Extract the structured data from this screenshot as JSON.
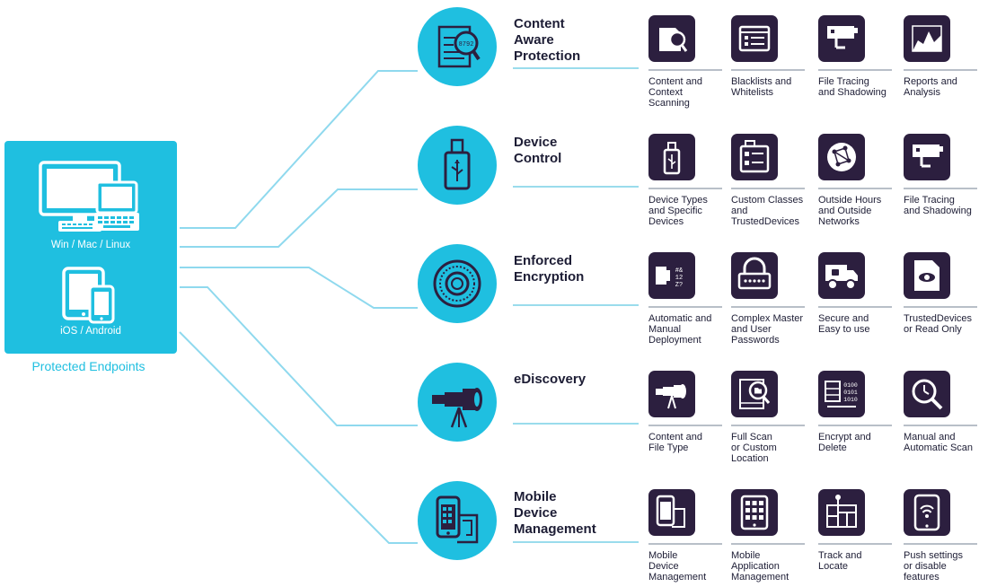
{
  "endpoints": {
    "desktop_label": "Win / Mac / Linux",
    "mobile_label": "iOS / Android",
    "caption": "Protected Endpoints"
  },
  "colors": {
    "accent": "#1fbfe0",
    "tile": "#2c1f3f",
    "text": "#1d1d35",
    "connector": "#8fd9ee"
  },
  "categories": [
    {
      "icon": "document-magnifier-icon",
      "title_lines": [
        "Content",
        "Aware",
        "Protection"
      ],
      "features": [
        {
          "icon": "document-scan-icon",
          "lines": [
            "Content and",
            "Context",
            "Scanning"
          ]
        },
        {
          "icon": "checklist-window-icon",
          "lines": [
            "Blacklists and",
            "Whitelists"
          ]
        },
        {
          "icon": "security-camera-icon",
          "lines": [
            "File Tracing",
            "and Shadowing"
          ]
        },
        {
          "icon": "chart-report-icon",
          "lines": [
            "Reports and",
            "Analysis"
          ]
        }
      ]
    },
    {
      "icon": "usb-drive-icon",
      "title_lines": [
        "Device",
        "Control"
      ],
      "features": [
        {
          "icon": "usb-stick-icon",
          "lines": [
            "Device Types",
            "and Specific",
            "Devices"
          ]
        },
        {
          "icon": "device-checklist-icon",
          "lines": [
            "Custom Classes",
            "and",
            "TrustedDevices"
          ]
        },
        {
          "icon": "network-globe-icon",
          "lines": [
            "Outside Hours",
            "and Outside",
            "Networks"
          ]
        },
        {
          "icon": "security-camera-icon",
          "lines": [
            "File Tracing",
            "and Shadowing"
          ]
        }
      ]
    },
    {
      "icon": "vault-dial-icon",
      "title_lines": [
        "Enforced",
        "Encryption"
      ],
      "features": [
        {
          "icon": "encrypted-usb-icon",
          "lines": [
            "Automatic and",
            "Manual",
            "Deployment"
          ]
        },
        {
          "icon": "padlock-password-icon",
          "lines": [
            "Complex Master",
            "and User",
            "Passwords"
          ]
        },
        {
          "icon": "armored-truck-icon",
          "lines": [
            "Secure and",
            "Easy to use"
          ]
        },
        {
          "icon": "read-only-document-icon",
          "lines": [
            "TrustedDevices",
            "or Read Only"
          ]
        }
      ]
    },
    {
      "icon": "telescope-icon",
      "title_lines": [
        "eDiscovery"
      ],
      "features": [
        {
          "icon": "telescope-icon",
          "lines": [
            "Content and",
            "File Type"
          ]
        },
        {
          "icon": "folder-search-icon",
          "lines": [
            "Full Scan",
            "or Custom",
            "Location"
          ]
        },
        {
          "icon": "binary-server-icon",
          "lines": [
            "Encrypt and",
            "Delete"
          ]
        },
        {
          "icon": "clock-magnifier-icon",
          "lines": [
            "Manual and",
            "Automatic Scan"
          ]
        }
      ]
    },
    {
      "icon": "phone-map-icon",
      "title_lines": [
        "Mobile",
        "Device",
        "Management"
      ],
      "features": [
        {
          "icon": "phone-map-icon",
          "lines": [
            "Mobile",
            "Device",
            "Management"
          ]
        },
        {
          "icon": "tablet-apps-icon",
          "lines": [
            "Mobile",
            "Application",
            "Management"
          ]
        },
        {
          "icon": "map-pin-icon",
          "lines": [
            "Track and",
            "Locate"
          ]
        },
        {
          "icon": "phone-signal-icon",
          "lines": [
            "Push settings",
            "or disable",
            "features"
          ]
        }
      ]
    }
  ]
}
